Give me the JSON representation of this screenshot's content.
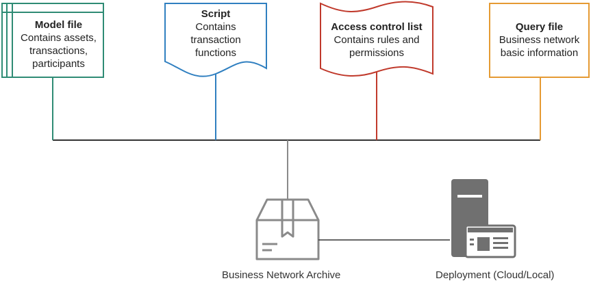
{
  "components": [
    {
      "id": "model",
      "title": "Model file",
      "description": "Contains assets,\ntransactions,\nparticipants",
      "color": "#2e8b74"
    },
    {
      "id": "script",
      "title": "Script",
      "description": "Contains\ntransaction\nfunctions",
      "color": "#2f7fc0"
    },
    {
      "id": "acl",
      "title": "Access control list",
      "description": "Contains rules and\npermissions",
      "color": "#c0392b"
    },
    {
      "id": "query",
      "title": "Query file",
      "description": "Business network\nbasic information",
      "color": "#e59a32"
    }
  ],
  "archive": {
    "label": "Business Network Archive",
    "color": "#8a8a8a"
  },
  "deployment": {
    "label": "Deployment (Cloud/Local)",
    "color": "#707070"
  }
}
